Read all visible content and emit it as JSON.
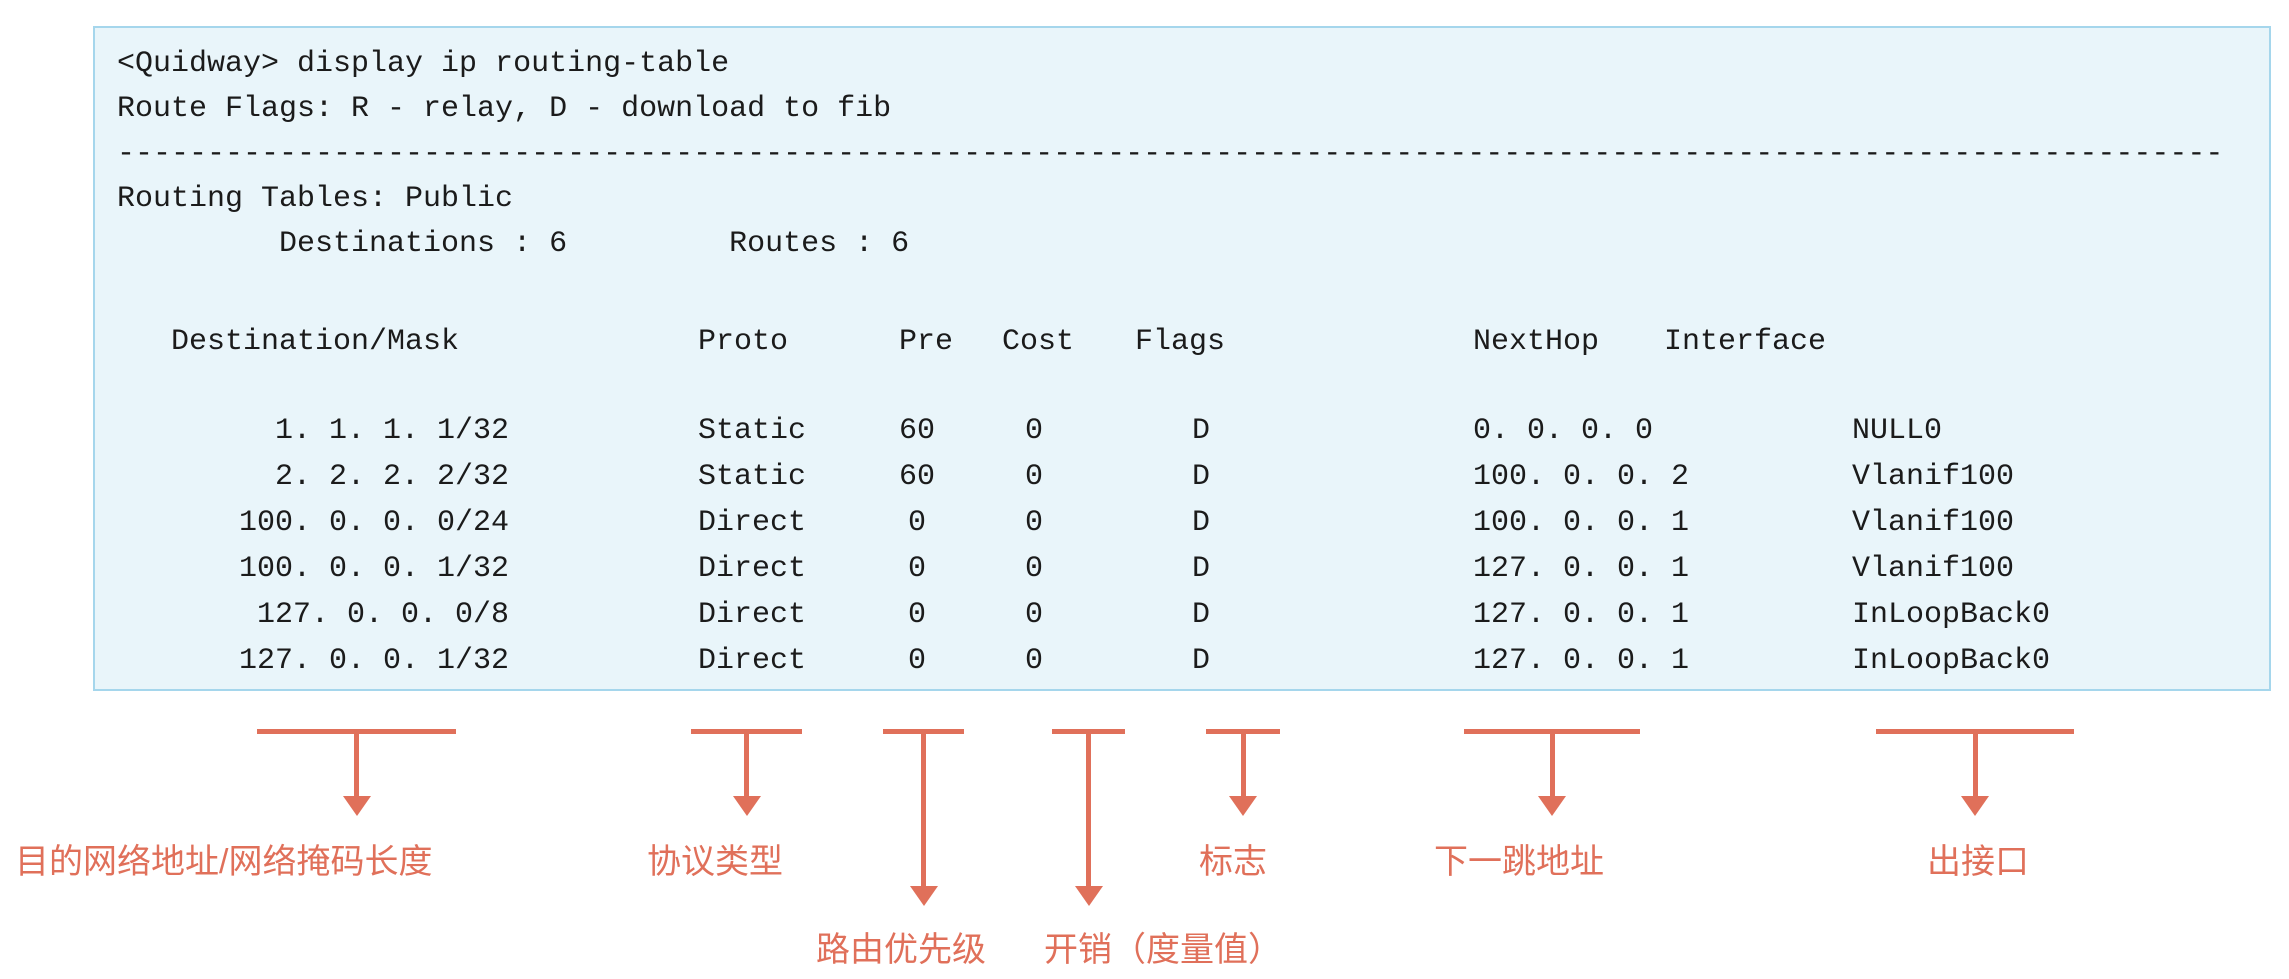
{
  "console": {
    "command_line": "<Quidway> display ip routing-table",
    "route_flags_line": "Route Flags: R - relay, D - download to fib",
    "separator": "---------------------------------------------------------------------------------------------------------------------",
    "routing_tables_line": "Routing Tables: Public",
    "stats_line": "         Destinations : 6         Routes : 6",
    "table": {
      "headers": {
        "dest": "Destination/Mask",
        "proto": "Proto",
        "pre": "Pre",
        "cost": "Cost",
        "flags": "Flags",
        "nexthop": "NextHop",
        "iface": "Interface"
      },
      "rows": [
        {
          "dest": "1. 1. 1. 1/32",
          "proto": "Static",
          "pre": "60",
          "cost": "0",
          "flags": "D",
          "nexthop": "0. 0. 0. 0",
          "iface": "NULL0"
        },
        {
          "dest": "2. 2. 2. 2/32",
          "proto": "Static",
          "pre": "60",
          "cost": "0",
          "flags": "D",
          "nexthop": "100. 0. 0. 2",
          "iface": "Vlanif100"
        },
        {
          "dest": "100. 0. 0. 0/24",
          "proto": "Direct",
          "pre": "0",
          "cost": "0",
          "flags": "D",
          "nexthop": "100. 0. 0. 1",
          "iface": "Vlanif100"
        },
        {
          "dest": "100. 0. 0. 1/32",
          "proto": "Direct",
          "pre": "0",
          "cost": "0",
          "flags": "D",
          "nexthop": "127. 0. 0. 1",
          "iface": "Vlanif100"
        },
        {
          "dest": "127. 0. 0. 0/8",
          "proto": "Direct",
          "pre": "0",
          "cost": "0",
          "flags": "D",
          "nexthop": "127. 0. 0. 1",
          "iface": "InLoopBack0"
        },
        {
          "dest": "127. 0. 0. 1/32",
          "proto": "Direct",
          "pre": "0",
          "cost": "0",
          "flags": "D",
          "nexthop": "127. 0. 0. 1",
          "iface": "InLoopBack0"
        }
      ]
    }
  },
  "annotations": {
    "accent_color": "#e0705a",
    "items": [
      {
        "column": "destination-mask",
        "label": "目的网络地址/网络掩码长度"
      },
      {
        "column": "proto",
        "label": "协议类型"
      },
      {
        "column": "pre",
        "label": "路由优先级"
      },
      {
        "column": "cost",
        "label": "开销（度量值）"
      },
      {
        "column": "flags",
        "label": "标志"
      },
      {
        "column": "nexthop",
        "label": "下一跳地址"
      },
      {
        "column": "interface",
        "label": "出接口"
      }
    ]
  }
}
